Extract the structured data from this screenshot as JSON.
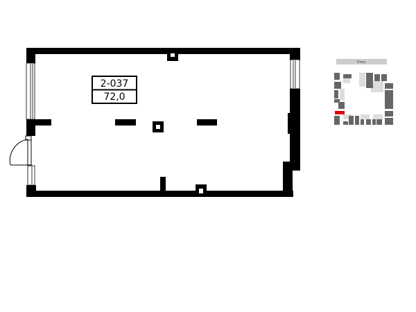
{
  "unit": {
    "number": "2-037",
    "area": "72,0"
  },
  "minimap": {
    "street_label": "Улица",
    "highlight_color": "#e00000",
    "block_color": "#666666",
    "light_block_color": "#dddddd"
  }
}
